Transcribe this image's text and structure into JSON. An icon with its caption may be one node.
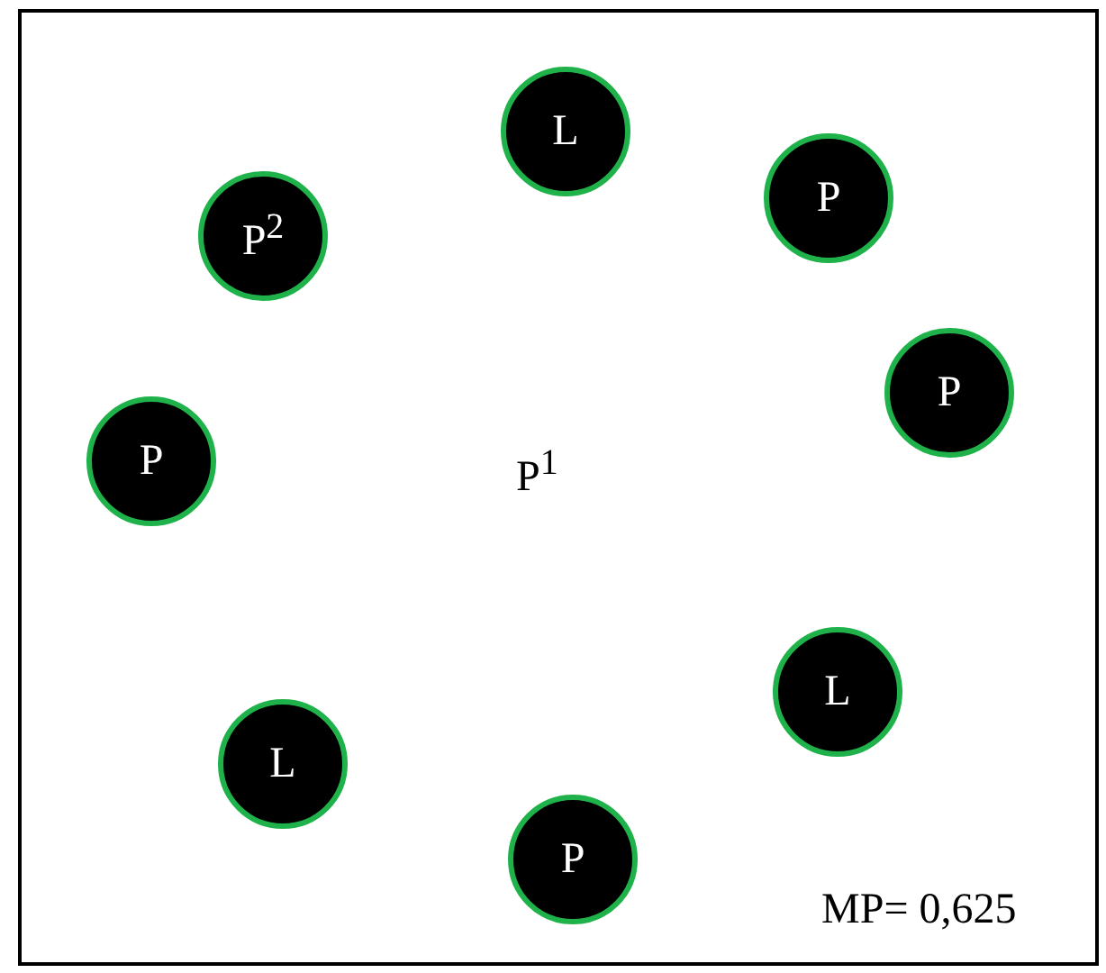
{
  "diagram": {
    "nodes": [
      {
        "text": [
          "L"
        ]
      },
      {
        "text": [
          "P"
        ]
      },
      {
        "text": [
          "P$^{2}$"
        ]
      },
      {
        "text": [
          "P"
        ]
      },
      {
        "text": [
          "P"
        ]
      },
      {
        "text": [
          "L"
        ]
      },
      {
        "text": [
          "L"
        ]
      },
      {
        "text": [
          "P"
        ]
      }
    ],
    "labels": [
      "P$^{1}$",
      "MP= 0,625"
    ]
  }
}
